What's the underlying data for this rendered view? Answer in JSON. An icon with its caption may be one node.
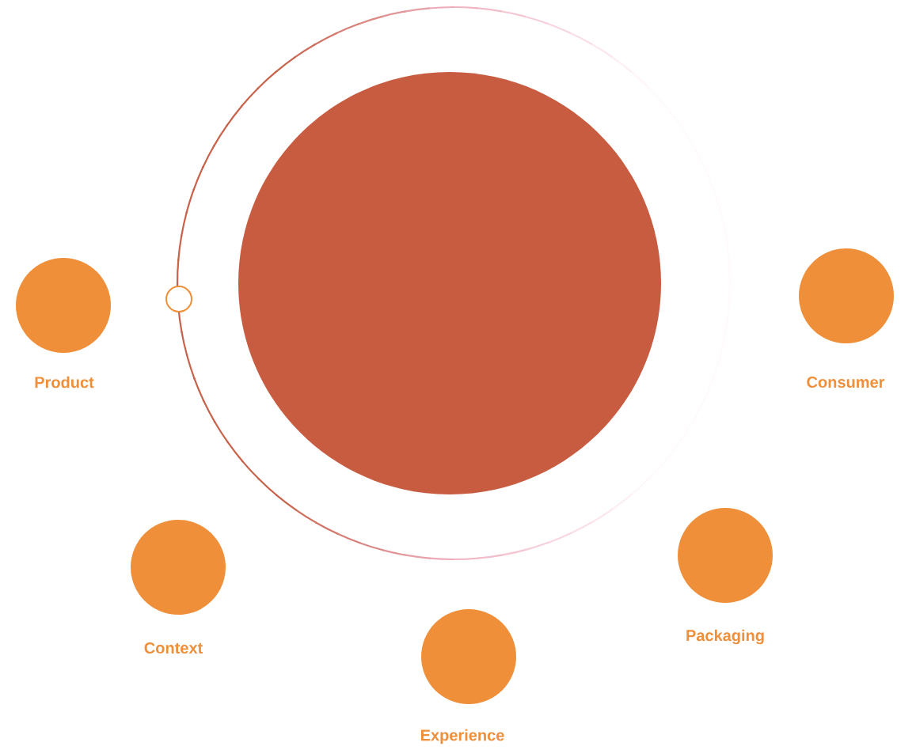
{
  "diagram": {
    "nodes": [
      {
        "text": [],
        "shape": "circle"
      },
      {
        "text": [
          "Product"
        ]
      },
      {
        "text": [
          "Consumer"
        ]
      },
      {
        "text": [
          "Context"
        ]
      },
      {
        "text": [
          "Experience"
        ]
      },
      {
        "text": [
          "Packaging"
        ]
      }
    ]
  }
}
